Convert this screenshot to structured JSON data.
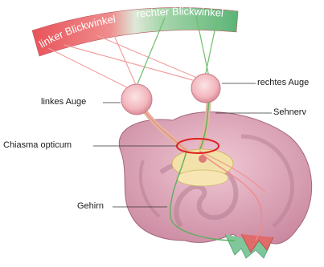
{
  "visual_field": {
    "left_label": "linker Blickwinkel",
    "right_label": "rechter Blickwinkel",
    "left_color": "#e8535a",
    "right_color": "#5cb476"
  },
  "labels": {
    "right_eye": "rechtes Auge",
    "left_eye": "linkes Auge",
    "optic_nerve": "Sehnerv",
    "chiasm": "Chiasma opticum",
    "brain": "Gehirn"
  },
  "colors": {
    "highlight": "#e02020",
    "left_path": "#f08a8a",
    "right_path": "#5fae5f",
    "brain_tissue": "#d9a2b6",
    "leader": "#333333"
  }
}
